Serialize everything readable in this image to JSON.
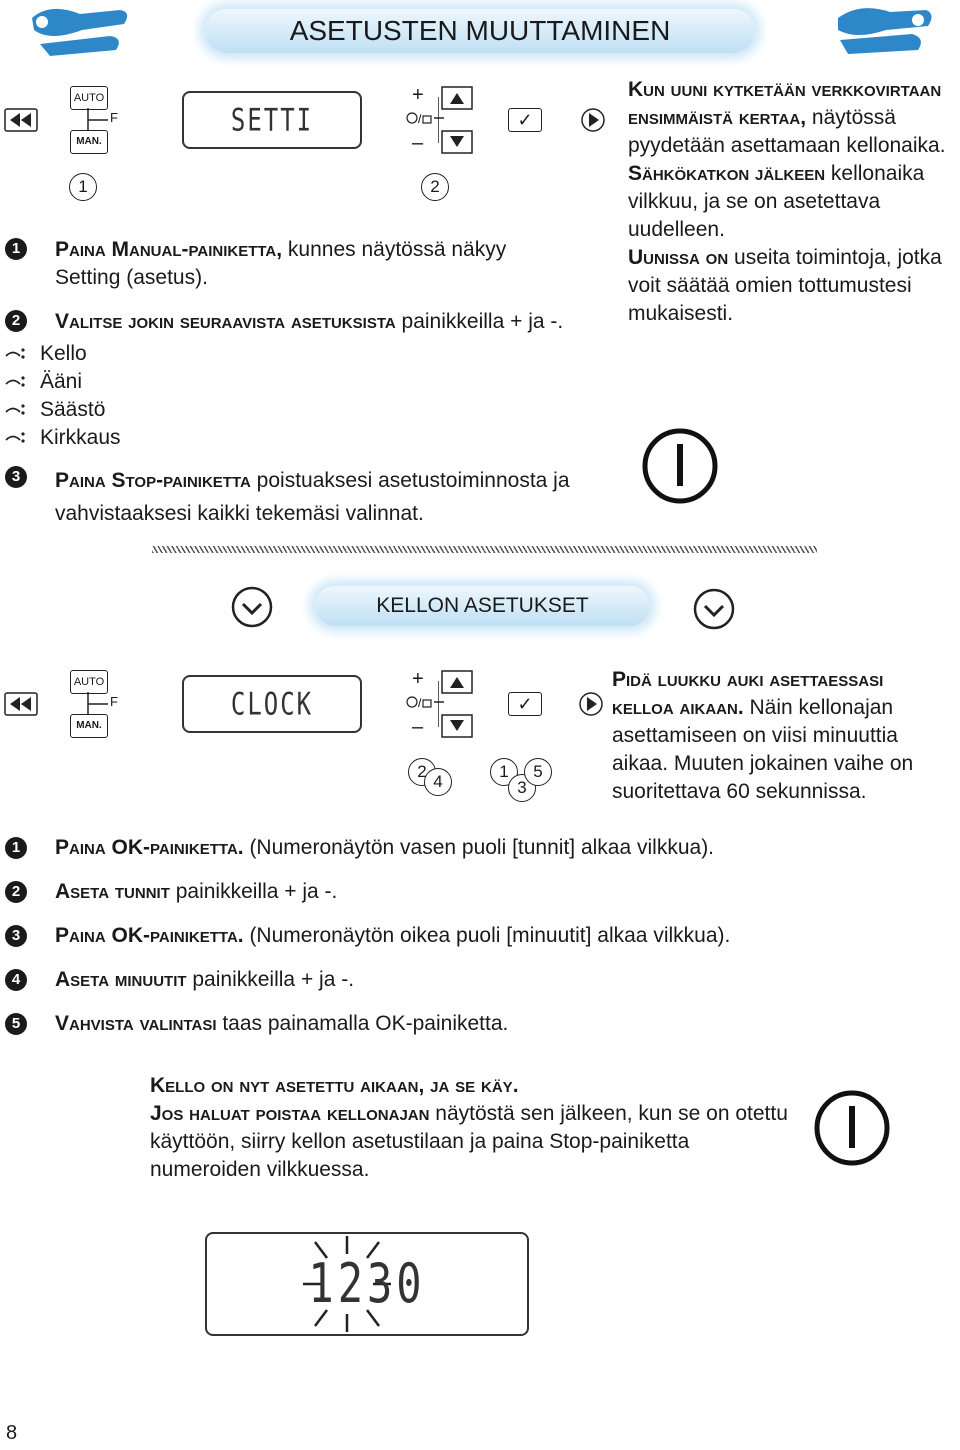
{
  "section1": {
    "title": "ASETUSTEN MUUTTAMINEN",
    "panel": {
      "auto": "AUTO",
      "f": "F",
      "man": "MAN.",
      "lcd": "SETTI",
      "plus": "+",
      "minus": "–",
      "ok": "✓",
      "circ1": "1",
      "circ2": "2"
    },
    "steps": [
      {
        "n": "1",
        "lead": "Paina Manual-painiketta,",
        "rest": " kunnes näytössä näkyy Setting (asetus)."
      },
      {
        "n": "2",
        "lead": "Valitse jokin seuraavista asetuksista",
        "rest": " painikkeilla + ja -."
      },
      {
        "n": "3",
        "lead": "Paina Stop-painiketta",
        "rest": " poistuaksesi asetustoiminnosta ja vahvistaaksesi kaikki tekemäsi valinnat."
      }
    ],
    "options": [
      "Kello",
      "Ääni",
      "Säästö",
      "Kirkkaus"
    ],
    "info": [
      {
        "lead": "Kun uuni kytketään verkkovirtaan ensimmäistä kertaa,",
        "rest": " näytössä pyydetään asettamaan kellonaika."
      },
      {
        "lead": "Sähkökatkon jälkeen",
        "rest": " kellonaika vilkkuu, ja se on asetettava uudelleen."
      },
      {
        "lead": "Uunissa on",
        "rest": " useita toimintoja, jotka voit säätää omien tottumustesi mukaisesti."
      }
    ]
  },
  "section2": {
    "title": "KELLON ASETUKSET",
    "panel": {
      "auto": "AUTO",
      "f": "F",
      "man": "MAN.",
      "lcd": "CLOCK",
      "plus": "+",
      "minus": "–",
      "ok": "✓",
      "c2": "2",
      "c4": "4",
      "c1": "1",
      "c3": "3",
      "c5": "5"
    },
    "note": {
      "lead": "Pidä luukku auki asettaessasi kelloa aikaan.",
      "rest": " Näin kellonajan asettamiseen on viisi minuuttia aikaa. Muuten jokainen vaihe on suoritettava 60 sekunnissa."
    },
    "steps": [
      {
        "n": "1",
        "lead": "Paina OK-painiketta.",
        "rest": " (Numeronäytön vasen puoli [tunnit] alkaa vilkkua)."
      },
      {
        "n": "2",
        "lead": "Aseta tunnit",
        "rest": " painikkeilla + ja -."
      },
      {
        "n": "3",
        "lead": "Paina OK-painiketta.",
        "rest": " (Numeronäytön oikea puoli [minuutit] alkaa vilkkua)."
      },
      {
        "n": "4",
        "lead": "Aseta minuutit",
        "rest": " painikkeilla + ja -."
      },
      {
        "n": "5",
        "lead": "Vahvista valintasi",
        "rest": " taas painamalla OK-painiketta."
      }
    ],
    "final": {
      "line1": "Kello on nyt asetettu aikaan, ja se käy.",
      "lead2": "Jos haluat poistaa kellonajan",
      "rest2": " näytöstä sen jälkeen, kun se on otettu käyttöön, siirry kellon asetustilaan ja paina Stop-painiketta numeroiden vilkkuessa."
    },
    "display": "1230"
  },
  "page_number": "8"
}
